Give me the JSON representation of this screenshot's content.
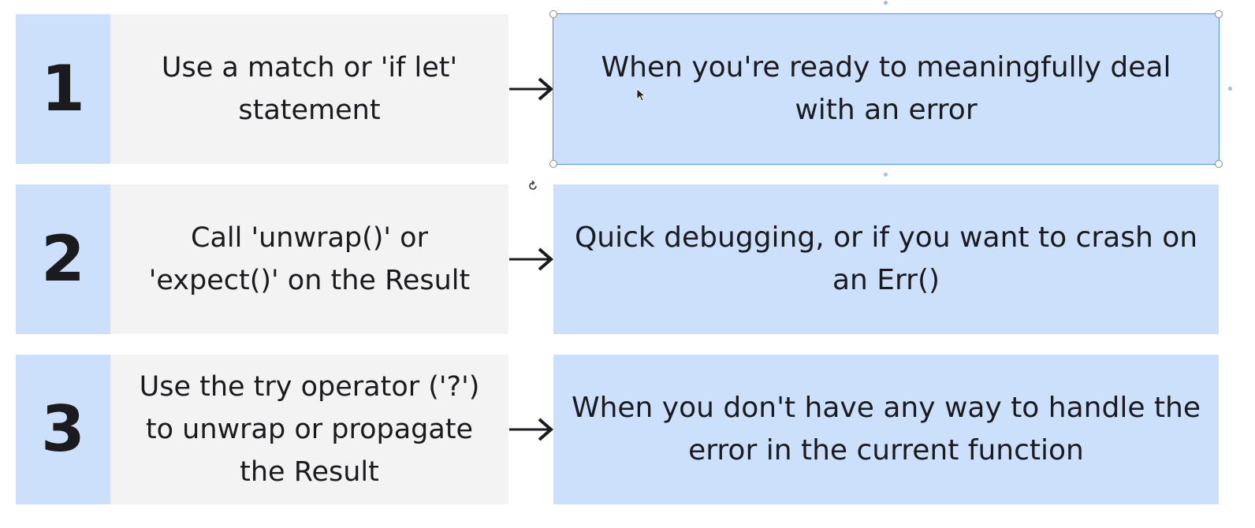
{
  "rows": [
    {
      "number": "1",
      "method_lines": [
        "Use a match or 'if let'",
        "statement"
      ],
      "usage_lines": [
        "When you're ready to meaningfully deal",
        "with an error"
      ]
    },
    {
      "number": "2",
      "method_lines": [
        "Call 'unwrap()' or",
        "'expect()' on the Result"
      ],
      "usage_lines": [
        "Quick debugging, or if you want to crash on",
        "an Err()"
      ]
    },
    {
      "number": "3",
      "method_lines": [
        "Use the try operator ('?')",
        "to unwrap or propagate",
        "the Result"
      ],
      "usage_lines": [
        "When you don't have any way to handle the",
        "error in the current function"
      ]
    }
  ],
  "colors": {
    "number_bg": "#cce0fc",
    "method_bg": "#f3f3f3",
    "usage_bg": "#cce0fc",
    "text": "#1b1b1f",
    "selection": "#4f8fe6"
  },
  "icons": {
    "arrow": "arrow-right-icon",
    "rotate": "rotate-icon",
    "cursor": "cursor-icon"
  }
}
